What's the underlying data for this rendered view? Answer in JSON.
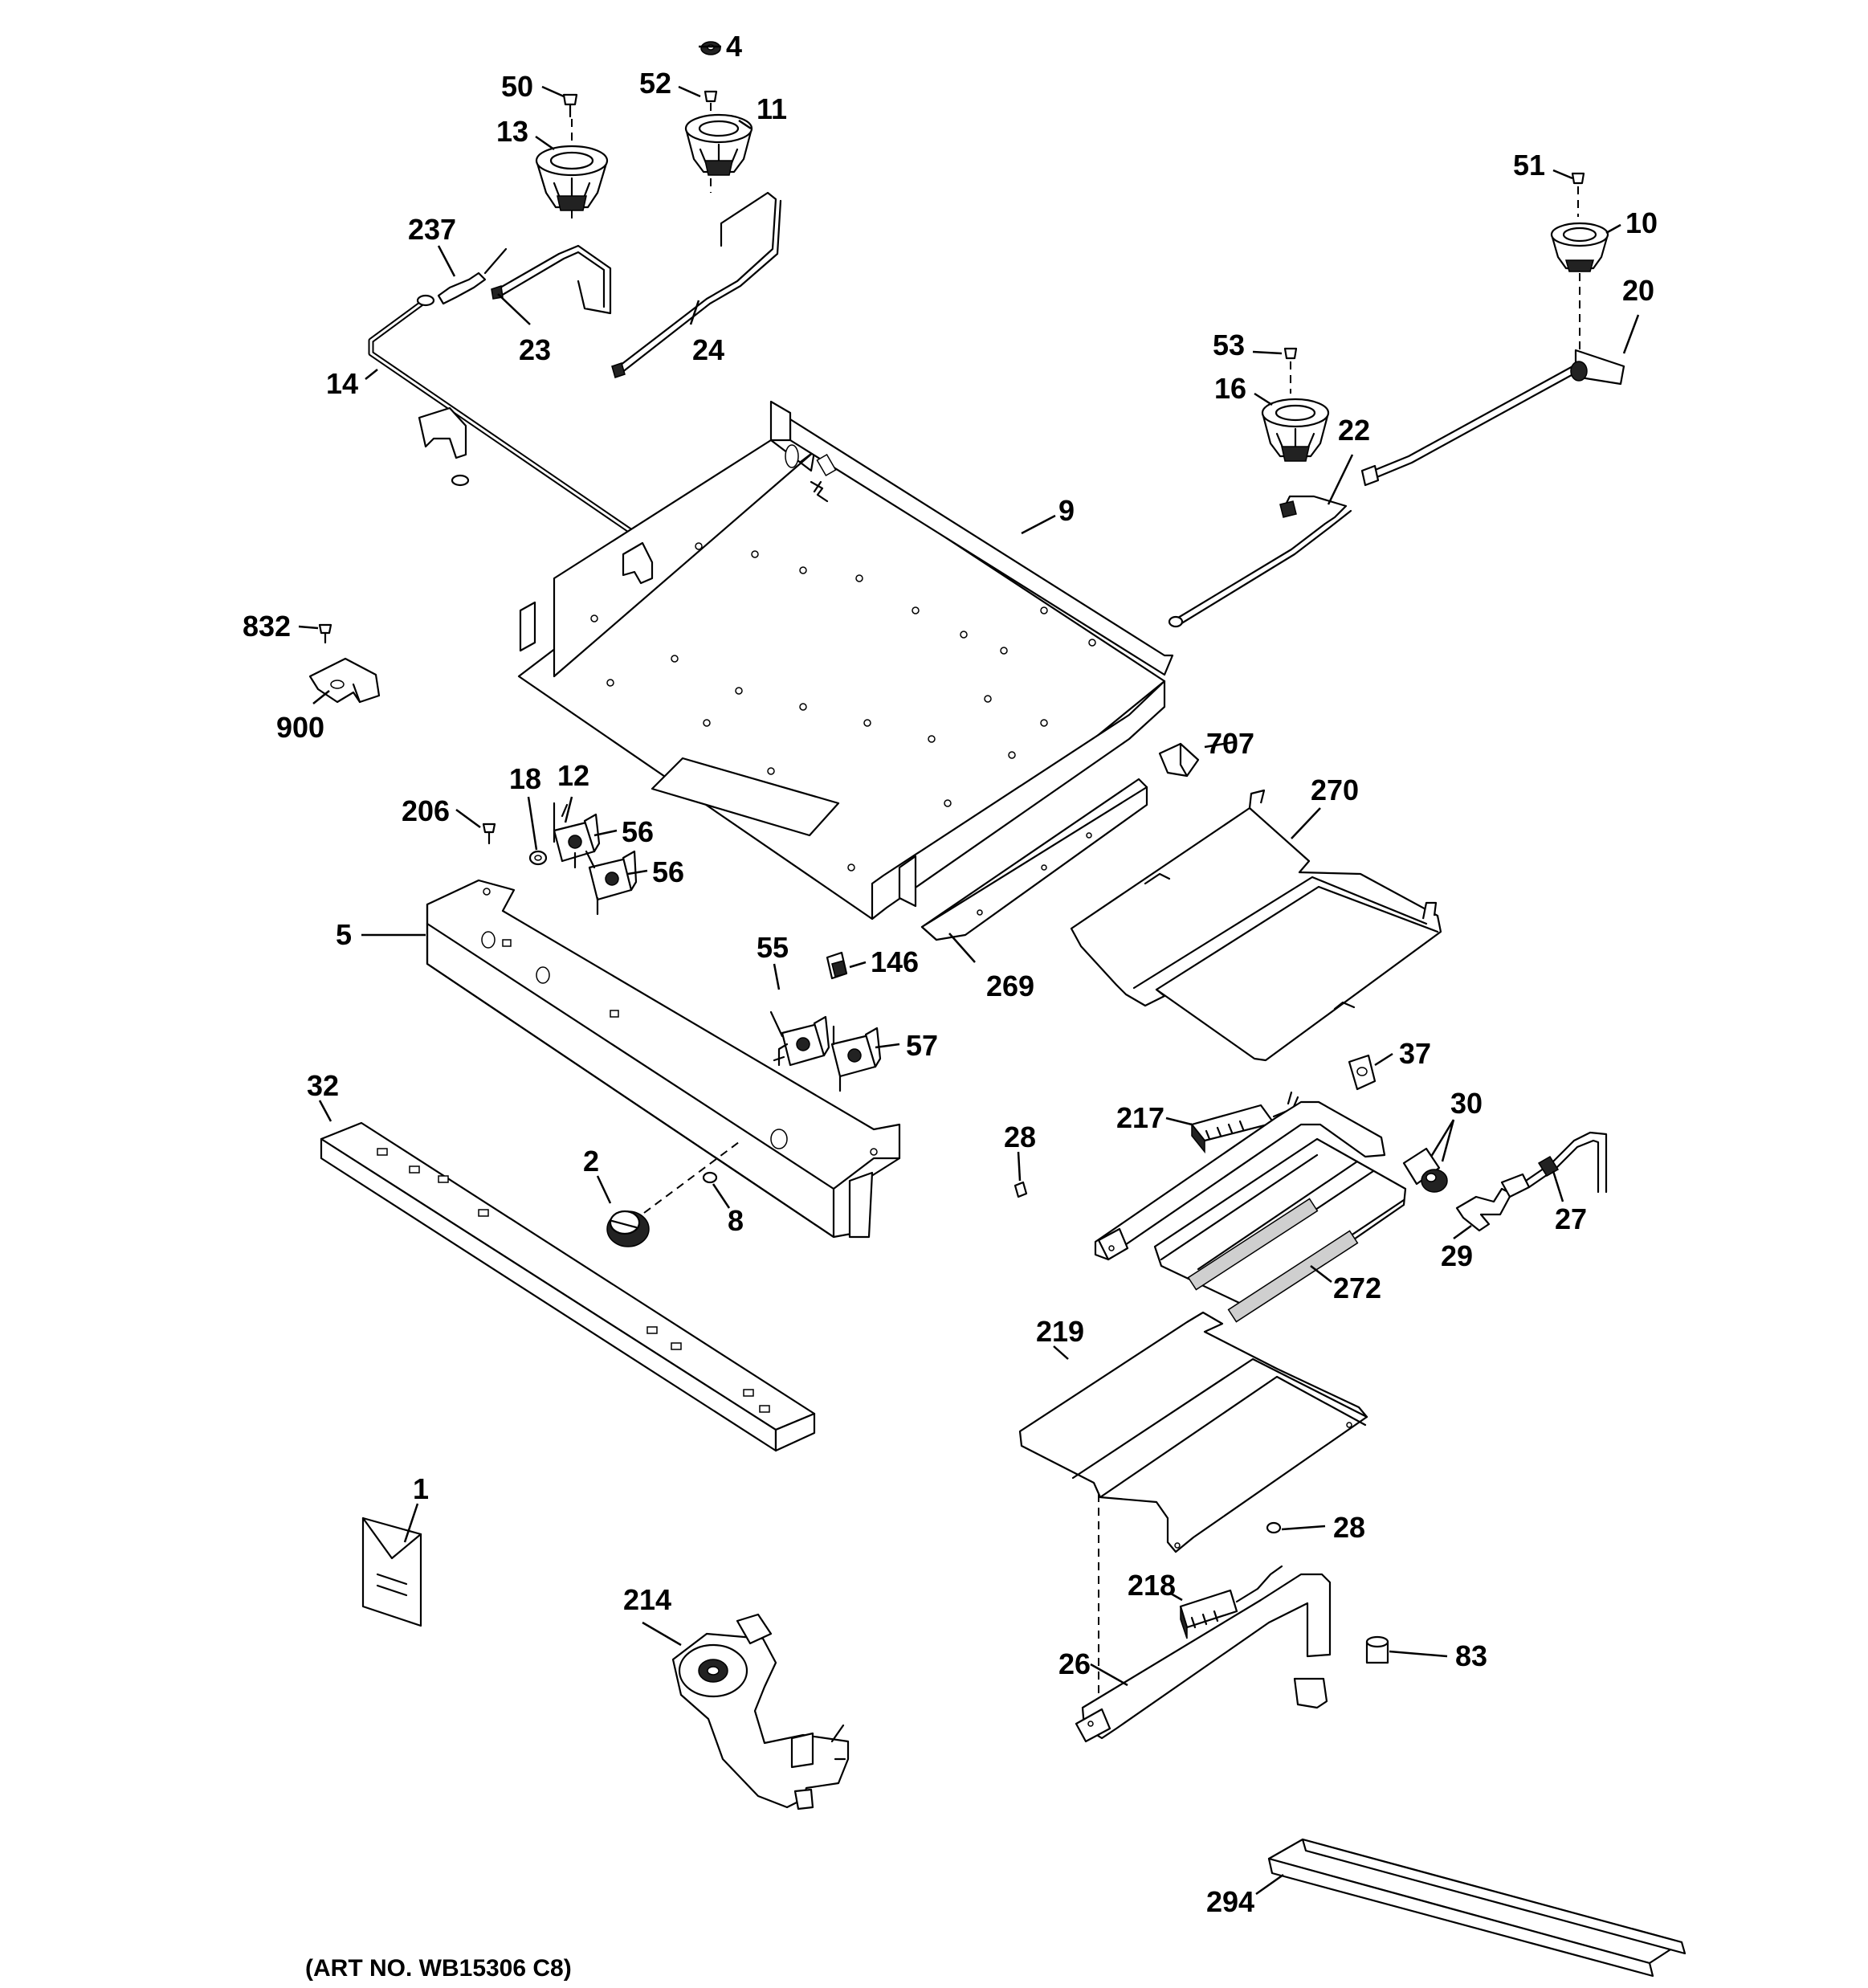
{
  "diagram": {
    "title": "",
    "art_number": "(ART NO. WB15306 C8)",
    "callouts": [
      {
        "id": "c4",
        "text": "4"
      },
      {
        "id": "c50",
        "text": "50"
      },
      {
        "id": "c52",
        "text": "52"
      },
      {
        "id": "c11",
        "text": "11"
      },
      {
        "id": "c13",
        "text": "13"
      },
      {
        "id": "c51",
        "text": "51"
      },
      {
        "id": "c10",
        "text": "10"
      },
      {
        "id": "c237",
        "text": "237"
      },
      {
        "id": "c20",
        "text": "20"
      },
      {
        "id": "c23",
        "text": "23"
      },
      {
        "id": "c24",
        "text": "24"
      },
      {
        "id": "c53",
        "text": "53"
      },
      {
        "id": "c14",
        "text": "14"
      },
      {
        "id": "c16",
        "text": "16"
      },
      {
        "id": "c22",
        "text": "22"
      },
      {
        "id": "c9",
        "text": "9"
      },
      {
        "id": "c832",
        "text": "832"
      },
      {
        "id": "c900",
        "text": "900"
      },
      {
        "id": "c707",
        "text": "707"
      },
      {
        "id": "c18",
        "text": "18"
      },
      {
        "id": "c12",
        "text": "12"
      },
      {
        "id": "c206",
        "text": "206"
      },
      {
        "id": "c270",
        "text": "270"
      },
      {
        "id": "c56a",
        "text": "56"
      },
      {
        "id": "c56b",
        "text": "56"
      },
      {
        "id": "c5",
        "text": "5"
      },
      {
        "id": "c55",
        "text": "55"
      },
      {
        "id": "c146",
        "text": "146"
      },
      {
        "id": "c269",
        "text": "269"
      },
      {
        "id": "c57",
        "text": "57"
      },
      {
        "id": "c37",
        "text": "37"
      },
      {
        "id": "c32",
        "text": "32"
      },
      {
        "id": "c30",
        "text": "30"
      },
      {
        "id": "c217",
        "text": "217"
      },
      {
        "id": "c28a",
        "text": "28"
      },
      {
        "id": "c2",
        "text": "2"
      },
      {
        "id": "c8",
        "text": "8"
      },
      {
        "id": "c27",
        "text": "27"
      },
      {
        "id": "c29",
        "text": "29"
      },
      {
        "id": "c272",
        "text": "272"
      },
      {
        "id": "c219",
        "text": "219"
      },
      {
        "id": "c1",
        "text": "1"
      },
      {
        "id": "c28b",
        "text": "28"
      },
      {
        "id": "c214",
        "text": "214"
      },
      {
        "id": "c218",
        "text": "218"
      },
      {
        "id": "c83",
        "text": "83"
      },
      {
        "id": "c26",
        "text": "26"
      },
      {
        "id": "c294",
        "text": "294"
      }
    ]
  }
}
